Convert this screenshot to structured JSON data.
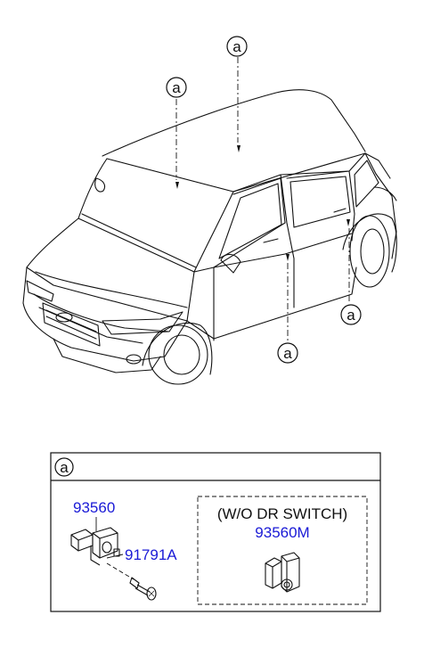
{
  "callout_letter": "a",
  "legend": {
    "header_letter": "a",
    "note": "(W/O DR SWITCH)",
    "parts": {
      "switch": "93560",
      "screw": "91791A",
      "switch_alt": "93560M"
    }
  },
  "colors": {
    "part_number": "#1a1ad6",
    "line": "#111111"
  }
}
